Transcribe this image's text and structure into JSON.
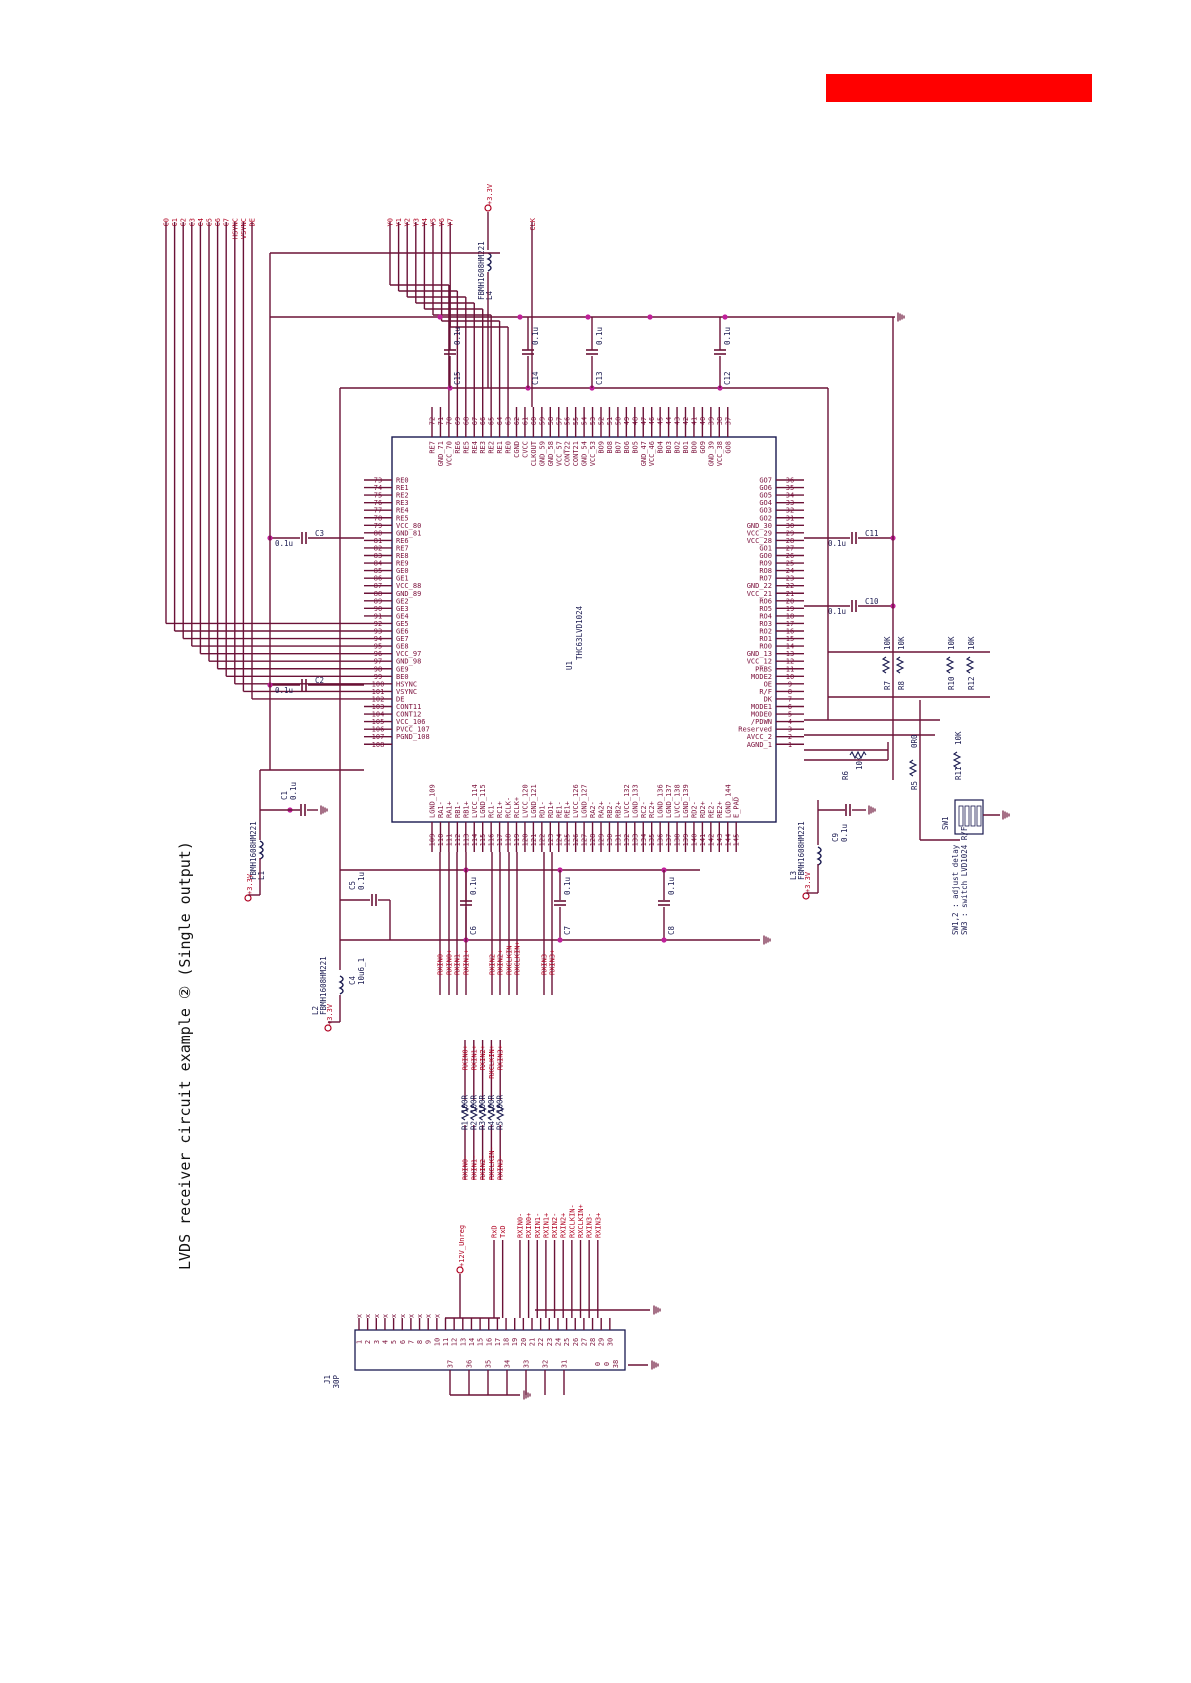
{
  "colors": {
    "wire": "#6b1237",
    "dot": "#c0209a",
    "text": "#1a1a50",
    "net": "#b00020",
    "redbar": "#ff0000"
  },
  "title": "LVDS receiver circuit example ② (Single output)",
  "ic": {
    "ref": "U1",
    "part": "THC63LVD1024",
    "left_pins": [
      {
        "n": "73",
        "name": "RE0"
      },
      {
        "n": "74",
        "name": "RE1"
      },
      {
        "n": "75",
        "name": "RE2"
      },
      {
        "n": "76",
        "name": "RE3"
      },
      {
        "n": "77",
        "name": "RE4"
      },
      {
        "n": "78",
        "name": "RE5"
      },
      {
        "n": "79",
        "name": "VCC_80"
      },
      {
        "n": "80",
        "name": "GND_81"
      },
      {
        "n": "81",
        "name": "RE6"
      },
      {
        "n": "82",
        "name": "RE7"
      },
      {
        "n": "83",
        "name": "RE8"
      },
      {
        "n": "84",
        "name": "RE9"
      },
      {
        "n": "85",
        "name": "GE0"
      },
      {
        "n": "86",
        "name": "GE1"
      },
      {
        "n": "87",
        "name": "VCC_88"
      },
      {
        "n": "88",
        "name": "GND_89"
      },
      {
        "n": "89",
        "name": "GE2"
      },
      {
        "n": "90",
        "name": "GE3"
      },
      {
        "n": "91",
        "name": "GE4"
      },
      {
        "n": "92",
        "name": "GE5"
      },
      {
        "n": "93",
        "name": "GE6"
      },
      {
        "n": "94",
        "name": "GE7"
      },
      {
        "n": "95",
        "name": "GE8"
      },
      {
        "n": "96",
        "name": "VCC_97"
      },
      {
        "n": "97",
        "name": "GND_98"
      },
      {
        "n": "98",
        "name": "GE9"
      },
      {
        "n": "99",
        "name": "BE0"
      },
      {
        "n": "100",
        "name": "HSYNC"
      },
      {
        "n": "101",
        "name": "VSYNC"
      },
      {
        "n": "102",
        "name": "DE"
      },
      {
        "n": "103",
        "name": "CONT11"
      },
      {
        "n": "104",
        "name": "CONT12"
      },
      {
        "n": "105",
        "name": "VCC_106"
      },
      {
        "n": "106",
        "name": "PVCC_107"
      },
      {
        "n": "107",
        "name": "PGND_108"
      },
      {
        "n": "108",
        "name": ""
      }
    ],
    "right_pins": [
      {
        "n": "36",
        "name": "GO7"
      },
      {
        "n": "35",
        "name": "GO6"
      },
      {
        "n": "34",
        "name": "GO5"
      },
      {
        "n": "33",
        "name": "GO4"
      },
      {
        "n": "32",
        "name": "GO3"
      },
      {
        "n": "31",
        "name": "GO2"
      },
      {
        "n": "30",
        "name": "GND_30"
      },
      {
        "n": "29",
        "name": "VCC_29"
      },
      {
        "n": "28",
        "name": "VCC_28"
      },
      {
        "n": "27",
        "name": "GO1"
      },
      {
        "n": "26",
        "name": "GO0"
      },
      {
        "n": "25",
        "name": "RO9"
      },
      {
        "n": "24",
        "name": "RO8"
      },
      {
        "n": "23",
        "name": "RO7"
      },
      {
        "n": "22",
        "name": "GND_22"
      },
      {
        "n": "21",
        "name": "VCC_21"
      },
      {
        "n": "20",
        "name": "RO6"
      },
      {
        "n": "19",
        "name": "RO5"
      },
      {
        "n": "18",
        "name": "RO4"
      },
      {
        "n": "17",
        "name": "RO3"
      },
      {
        "n": "16",
        "name": "RO2"
      },
      {
        "n": "15",
        "name": "RO1"
      },
      {
        "n": "14",
        "name": "RO0"
      },
      {
        "n": "13",
        "name": "GND_13"
      },
      {
        "n": "12",
        "name": "VCC_12"
      },
      {
        "n": "11",
        "name": "PRBS"
      },
      {
        "n": "10",
        "name": "MODE2"
      },
      {
        "n": "9",
        "name": "OE"
      },
      {
        "n": "8",
        "name": "R/F"
      },
      {
        "n": "7",
        "name": "DK"
      },
      {
        "n": "6",
        "name": "MODE1"
      },
      {
        "n": "5",
        "name": "MODE0"
      },
      {
        "n": "4",
        "name": "/PDWN"
      },
      {
        "n": "3",
        "name": "Reserved"
      },
      {
        "n": "2",
        "name": "AVCC_2"
      },
      {
        "n": "1",
        "name": "AGND_1"
      }
    ],
    "top_pins": [
      {
        "n": "72",
        "name": "RE7"
      },
      {
        "n": "71",
        "name": "GND_71"
      },
      {
        "n": "70",
        "name": "VCC_70"
      },
      {
        "n": "69",
        "name": "RE6"
      },
      {
        "n": "68",
        "name": "RE5"
      },
      {
        "n": "67",
        "name": "RE4"
      },
      {
        "n": "66",
        "name": "RE3"
      },
      {
        "n": "65",
        "name": "RE2"
      },
      {
        "n": "64",
        "name": "RE1"
      },
      {
        "n": "63",
        "name": "RE0"
      },
      {
        "n": "62",
        "name": "CGND"
      },
      {
        "n": "61",
        "name": "CVCC"
      },
      {
        "n": "60",
        "name": "CLKOUT"
      },
      {
        "n": "59",
        "name": "GND_59"
      },
      {
        "n": "58",
        "name": "GND_58"
      },
      {
        "n": "57",
        "name": "VCC_57"
      },
      {
        "n": "56",
        "name": "CONT22"
      },
      {
        "n": "55",
        "name": "CONT21"
      },
      {
        "n": "54",
        "name": "GND_54"
      },
      {
        "n": "53",
        "name": "VCC_53"
      },
      {
        "n": "52",
        "name": "BO9"
      },
      {
        "n": "51",
        "name": "BO8"
      },
      {
        "n": "50",
        "name": "BO7"
      },
      {
        "n": "49",
        "name": "BO6"
      },
      {
        "n": "48",
        "name": "BO5"
      },
      {
        "n": "47",
        "name": "GND_47"
      },
      {
        "n": "46",
        "name": "VCC_46"
      },
      {
        "n": "45",
        "name": "BO4"
      },
      {
        "n": "44",
        "name": "BO3"
      },
      {
        "n": "43",
        "name": "BO2"
      },
      {
        "n": "42",
        "name": "BO1"
      },
      {
        "n": "41",
        "name": "BO0"
      },
      {
        "n": "40",
        "name": "GO9"
      },
      {
        "n": "39",
        "name": "GND_39"
      },
      {
        "n": "38",
        "name": "VCC_38"
      },
      {
        "n": "37",
        "name": "GO8"
      }
    ],
    "bottom_pins": [
      {
        "n": "109",
        "name": "LGND_109"
      },
      {
        "n": "110",
        "name": "RA1-"
      },
      {
        "n": "111",
        "name": "RA1+"
      },
      {
        "n": "112",
        "name": "RB1-"
      },
      {
        "n": "113",
        "name": "RB1+"
      },
      {
        "n": "114",
        "name": "LVCC_114"
      },
      {
        "n": "115",
        "name": "LGND_115"
      },
      {
        "n": "116",
        "name": "RC1-"
      },
      {
        "n": "117",
        "name": "RC1+"
      },
      {
        "n": "118",
        "name": "RCLK-"
      },
      {
        "n": "119",
        "name": "RCLK+"
      },
      {
        "n": "120",
        "name": "LVCC_120"
      },
      {
        "n": "121",
        "name": "LGND_121"
      },
      {
        "n": "122",
        "name": "RD1-"
      },
      {
        "n": "123",
        "name": "RD1+"
      },
      {
        "n": "124",
        "name": "RE1-"
      },
      {
        "n": "125",
        "name": "RE1+"
      },
      {
        "n": "126",
        "name": "LVCC_126"
      },
      {
        "n": "127",
        "name": "LGND_127"
      },
      {
        "n": "128",
        "name": "RA2-"
      },
      {
        "n": "129",
        "name": "RA2+"
      },
      {
        "n": "130",
        "name": "RB2-"
      },
      {
        "n": "131",
        "name": "RB2+"
      },
      {
        "n": "132",
        "name": "LVCC_132"
      },
      {
        "n": "133",
        "name": "LGND_133"
      },
      {
        "n": "134",
        "name": "RC2-"
      },
      {
        "n": "135",
        "name": "RC2+"
      },
      {
        "n": "136",
        "name": "LGND_136"
      },
      {
        "n": "137",
        "name": "LGND_137"
      },
      {
        "n": "138",
        "name": "LVCC_138"
      },
      {
        "n": "139",
        "name": "LGND_139"
      },
      {
        "n": "140",
        "name": "RD2-"
      },
      {
        "n": "141",
        "name": "RD2+"
      },
      {
        "n": "142",
        "name": "RE2-"
      },
      {
        "n": "143",
        "name": "RE2+"
      },
      {
        "n": "144",
        "name": "LGND_144"
      },
      {
        "n": "145",
        "name": "E_PAD"
      }
    ]
  },
  "top_nets_left": [
    "C0",
    "C1",
    "C2",
    "C3",
    "C4",
    "C5",
    "C6",
    "C7",
    "HSYNC",
    "VSYNC",
    "DE"
  ],
  "top_nets_right": [
    "Y0",
    "Y1",
    "Y2",
    "Y3",
    "Y4",
    "Y5",
    "Y6",
    "Y7"
  ],
  "top_net_clk": "CLK",
  "supply_label": "+3.3V",
  "caps": [
    {
      "ref": "C15",
      "val": "0.1u"
    },
    {
      "ref": "C14",
      "val": "0.1u"
    },
    {
      "ref": "C13",
      "val": "0.1u"
    },
    {
      "ref": "C12",
      "val": "0.1u"
    },
    {
      "ref": "C3",
      "val": "0.1u"
    },
    {
      "ref": "C2",
      "val": "0.1u"
    },
    {
      "ref": "C11",
      "val": "0.1u"
    },
    {
      "ref": "C10",
      "val": "0.1u"
    },
    {
      "ref": "C1",
      "val": "0.1u"
    },
    {
      "ref": "C5",
      "val": "0.1u"
    },
    {
      "ref": "C4",
      "val": "10u6_1"
    },
    {
      "ref": "C6",
      "val": "0.1u"
    },
    {
      "ref": "C7",
      "val": "0.1u"
    },
    {
      "ref": "C8",
      "val": "0.1u"
    },
    {
      "ref": "C9",
      "val": "0.1u"
    }
  ],
  "inductors": [
    {
      "ref": "L4",
      "part": "FBMH1608HM221"
    },
    {
      "ref": "L1",
      "part": "FBMH1608HM221"
    },
    {
      "ref": "L2",
      "part": "FBMH1608HM221"
    },
    {
      "ref": "L3",
      "part": "FBMH1608HM221"
    }
  ],
  "resistors_right": [
    {
      "ref": "R7",
      "val": "10K"
    },
    {
      "ref": "R8",
      "val": "10K"
    },
    {
      "ref": "R10",
      "val": "10K"
    },
    {
      "ref": "R12",
      "val": "10K"
    },
    {
      "ref": "R9",
      "val": "10K"
    },
    {
      "ref": "R11",
      "val": "10K"
    },
    {
      "ref": "R6",
      "val": "10K"
    },
    {
      "ref": "R5",
      "val": "0R0"
    }
  ],
  "switch": {
    "ref": "SW1",
    "notes": [
      "SW1,2 : adjust delay",
      "SW3 : switch LVD1024 R/F"
    ]
  },
  "lvds_bottom_nets": [
    "RXIN0-",
    "RXIN0+",
    "RXIN1-",
    "RXIN1+",
    "RXIN2-",
    "RXIN2+",
    "RXCLKIN-",
    "RXCLKIN+",
    "RXIN3-",
    "RXIN3+"
  ],
  "terminators": [
    {
      "ref": "R1",
      "val": "100R"
    },
    {
      "ref": "R2",
      "val": "100R"
    },
    {
      "ref": "R3",
      "val": "100R"
    },
    {
      "ref": "R4",
      "val": "100R"
    },
    {
      "ref": "R5",
      "val": "100R"
    }
  ],
  "term_left_nets": [
    "RXIN0-",
    "RXIN1-",
    "RXIN2-",
    "RXCLKIN-",
    "RXIN3-"
  ],
  "term_right_nets": [
    "RXIN0+",
    "RXIN1+",
    "RXIN2+",
    "RXCLKIN+",
    "RXIN3+"
  ],
  "connector": {
    "ref": "J1",
    "part": "30P",
    "top_pins": [
      "1",
      "2",
      "3",
      "4",
      "5",
      "6",
      "7",
      "8",
      "9",
      "10",
      "11",
      "12",
      "13",
      "14",
      "15",
      "16",
      "17",
      "18",
      "19",
      "20",
      "21",
      "22",
      "23",
      "24",
      "25",
      "26",
      "27",
      "28",
      "29",
      "30"
    ],
    "bottom_pins": [
      "37",
      "36",
      "35",
      "34",
      "33",
      "32",
      "31",
      "0",
      "0",
      "38"
    ],
    "supply": "+12V_Unreg",
    "nets": [
      "RxD",
      "TxD",
      "RXIN0-",
      "RXIN0+",
      "RXIN1-",
      "RXIN1+",
      "RXIN2-",
      "RXIN2+",
      "RXCLKIN-",
      "RXCLKIN+",
      "RXIN3-",
      "RXIN3+"
    ]
  }
}
